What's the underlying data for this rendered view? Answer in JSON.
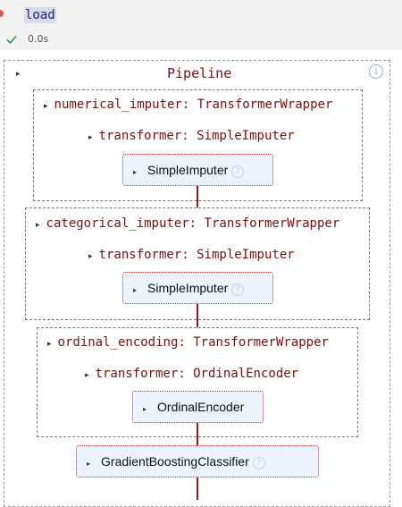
{
  "cell": {
    "code": "load",
    "exec_time": "0.0s"
  },
  "icons": {
    "run_status": "red-dot",
    "success": "check-icon",
    "info": "info-icon",
    "help": "help-icon",
    "expand": "triangle-right-icon"
  },
  "glyphs": {
    "expand": "▸",
    "info": "i",
    "help": "?"
  },
  "pipeline": {
    "label": "Pipeline",
    "steps": [
      {
        "label": "numerical_imputer: TransformerWrapper",
        "inner_label": "transformer: SimpleImputer",
        "estimator": "SimpleImputer"
      },
      {
        "label": "categorical_imputer: TransformerWrapper",
        "inner_label": "transformer: SimpleImputer",
        "estimator": "SimpleImputer"
      },
      {
        "label": "ordinal_encoding: TransformerWrapper",
        "inner_label": "transformer: OrdinalEncoder",
        "estimator": "OrdinalEncoder"
      }
    ],
    "final_estimator": "GradientBoostingClassifier"
  },
  "colors": {
    "label_text": "#7a1010",
    "connector": "#a01818",
    "estimator_bg": "#eef4fb",
    "code_highlight": "#d8dcea",
    "success": "#2a9d4a"
  }
}
